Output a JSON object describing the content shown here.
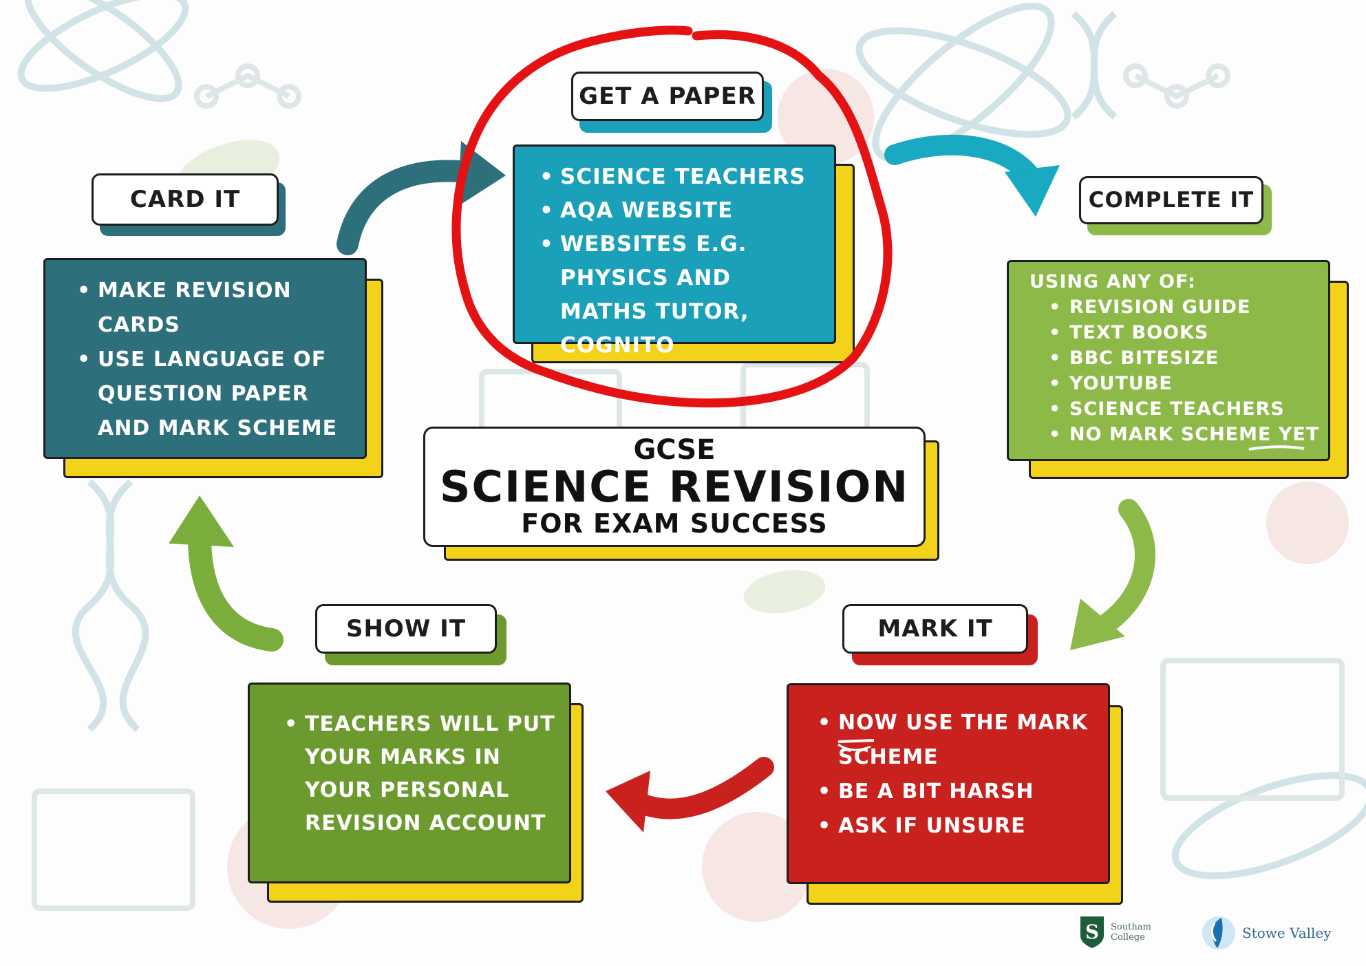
{
  "center": {
    "level": "GCSE",
    "title": "SCIENCE REVISION",
    "subtitle": "FOR EXAM SUCCESS"
  },
  "steps": {
    "get_paper": {
      "label": "GET A PAPER",
      "items": [
        "SCIENCE TEACHERS",
        "AQA WEBSITE",
        "WEBSITES E.G. PHYSICS AND MATHS TUTOR, COGNITO"
      ],
      "color": "#1aa0b8"
    },
    "complete_it": {
      "label": "COMPLETE IT",
      "intro": "USING ANY OF:",
      "items": [
        "REVISION GUIDE",
        "TEXT BOOKS",
        "BBC BITESIZE",
        "YOUTUBE",
        "SCIENCE TEACHERS",
        "NO MARK SCHEME YET"
      ],
      "color": "#8cb947"
    },
    "mark_it": {
      "label": "MARK IT",
      "items": [
        "NOW USE THE MARK SCHEME",
        "BE A BIT HARSH",
        "ASK IF UNSURE"
      ],
      "color": "#c9211e"
    },
    "show_it": {
      "label": "SHOW IT",
      "items": [
        "TEACHERS WILL PUT YOUR MARKS IN YOUR PERSONAL REVISION ACCOUNT"
      ],
      "color": "#6c9a2e"
    },
    "card_it": {
      "label": "CARD IT",
      "items": [
        "MAKE REVISION CARDS",
        "USE LANGUAGE OF QUESTION PAPER AND MARK SCHEME"
      ],
      "color": "#2e6f7c"
    }
  },
  "accent_yellow": "#f3d21a",
  "annotation_color": "#e41212",
  "logos": {
    "southam": {
      "line1": "Southam",
      "line2": "College",
      "icon": "shield-s-icon"
    },
    "stowe": {
      "name": "Stowe Valley",
      "icon": "stowe-swirl-icon"
    }
  }
}
